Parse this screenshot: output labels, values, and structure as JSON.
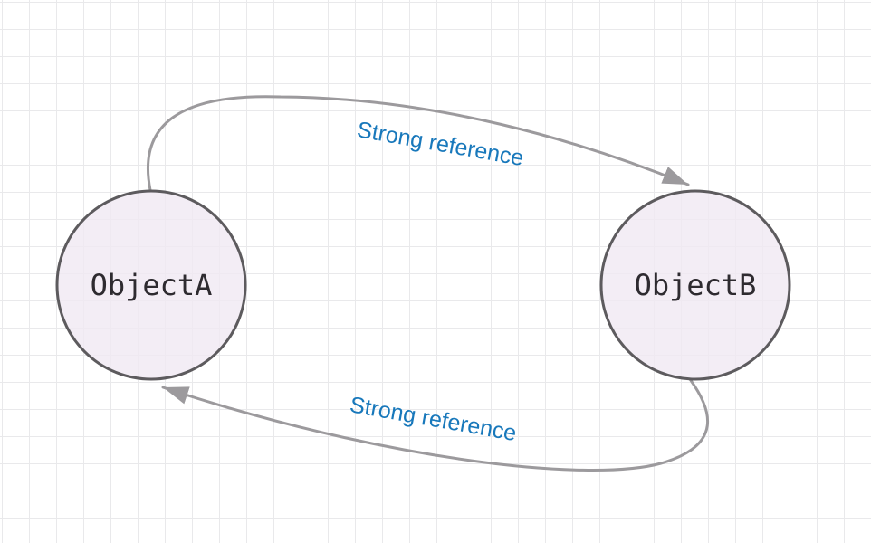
{
  "diagram": {
    "title": "retain-cycle-strong-reference-diagram",
    "nodes": [
      {
        "id": "objectA",
        "label": "ObjectA"
      },
      {
        "id": "objectB",
        "label": "ObjectB"
      }
    ],
    "edges": [
      {
        "from": "objectA",
        "to": "objectB",
        "label": "Strong reference"
      },
      {
        "from": "objectB",
        "to": "objectA",
        "label": "Strong reference"
      }
    ]
  },
  "colors": {
    "background": "#ffffff",
    "grid_line": "#e9e9eb",
    "node_fill": "#f0e9f3",
    "node_stroke": "#5d5b5e",
    "node_text": "#2e2b30",
    "edge_stroke": "#9c9a9d",
    "edge_label_text": "#1878bb"
  }
}
